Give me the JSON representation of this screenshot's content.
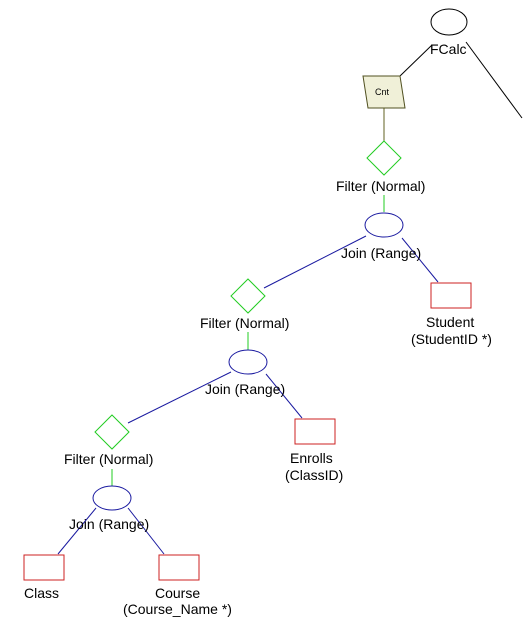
{
  "nodes": {
    "fcalc": {
      "label": "FCalc"
    },
    "cnt": {
      "label": "Cnt"
    },
    "filter1": {
      "label": "Filter (Normal)"
    },
    "join1": {
      "label": "Join (Range)"
    },
    "student": {
      "label1": "Student",
      "label2": "(StudentID *)"
    },
    "filter2": {
      "label": "Filter (Normal)"
    },
    "join2": {
      "label": "Join (Range)"
    },
    "enrolls": {
      "label1": "Enrolls",
      "label2": "(ClassID)"
    },
    "filter3": {
      "label": "Filter (Normal)"
    },
    "join3": {
      "label": "Join (Range)"
    },
    "class": {
      "label": "Class"
    },
    "course": {
      "label1": "Course",
      "label2": "(Course_Name *)"
    }
  },
  "colors": {
    "sort_node": "#000000",
    "cnt_fill": "#f0f0d8",
    "cnt_stroke": "#505020",
    "cnt_edge": "#606020",
    "filter": "#22cc22",
    "join": "#1a1aa0",
    "table": "#cc2222"
  }
}
